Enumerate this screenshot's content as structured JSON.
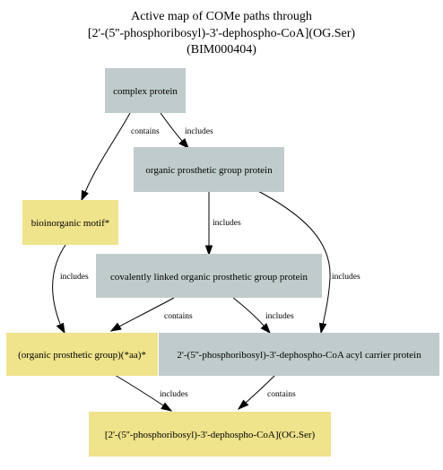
{
  "title": {
    "line1": "Active map of COMe paths through",
    "line2": "[2'-(5''-phosphoribosyl)-3'-dephospho-CoA](OG.Ser)",
    "line3": "(BIM000404)"
  },
  "colors": {
    "gray_node": "#c0cccb",
    "yellow_node": "#efe38b",
    "edge": "#000000"
  },
  "nodes": {
    "complex_protein": "complex protein",
    "organic_prosthetic_group_protein": "organic prosthetic group protein",
    "bioinorganic_motif": "bioinorganic motif*",
    "covalently_linked": "covalently linked organic prosthetic group protein",
    "organic_prosthetic_group_aa": "(organic prosthetic group)(*aa)*",
    "acyl_carrier_protein": "2'-(5''-phosphoribosyl)-3'-dephospho-CoA acyl carrier protein",
    "target": "[2'-(5''-phosphoribosyl)-3'-dephospho-CoA](OG.Ser)"
  },
  "edges": {
    "cp_contains_bm": "contains",
    "cp_includes_opgp": "includes",
    "opgp_includes_cl": "includes",
    "opgp_includes_acp": "includes",
    "bm_includes_opgaa": "includes",
    "cl_contains_opgaa": "contains",
    "cl_includes_acp": "includes",
    "opgaa_includes_target": "includes",
    "acp_contains_target": "contains"
  }
}
